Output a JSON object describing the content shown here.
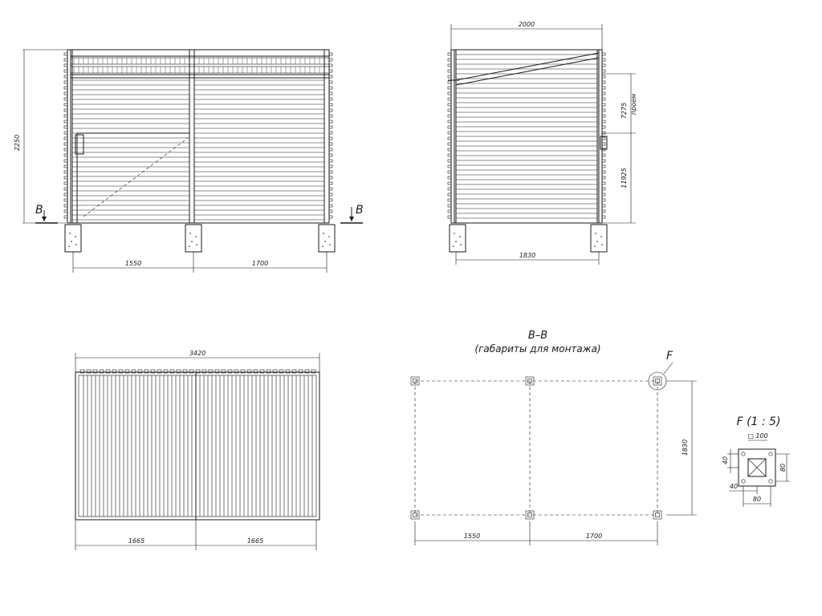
{
  "front_view": {
    "height_dim": "2250",
    "dim_left": "1550",
    "dim_right": "1700",
    "section_mark_left": "В",
    "section_mark_right": "В"
  },
  "side_view": {
    "width_dim": "2000",
    "bottom_dim": "1830",
    "upper_dim": "7275",
    "upper_note": "проем",
    "lower_dim": "11925"
  },
  "top_view": {
    "width_dim": "3420",
    "dim_left": "1665",
    "dim_right": "1665"
  },
  "section_view": {
    "title": "В–В",
    "subtitle": "(габариты для монтажа)",
    "callout": "F",
    "height_dim": "1830",
    "dim_left": "1550",
    "dim_right": "1700"
  },
  "detail_view": {
    "title": "F (1 : 5)",
    "square_dim": "□ 100",
    "dim_40_top": "40",
    "dim_80_right": "80",
    "dim_40_bottom": "40",
    "dim_80_bottom": "80"
  }
}
